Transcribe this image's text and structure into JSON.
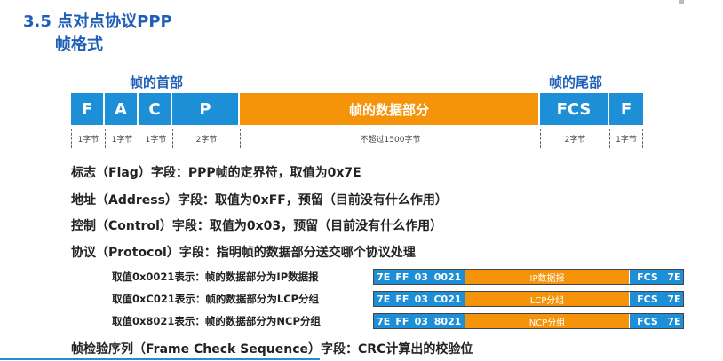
{
  "title": "3.5 点对点协议PPP",
  "subtitle": "帧格式",
  "header_label": "帧的首部",
  "trailer_label": "帧的尾部",
  "frame": {
    "fields": [
      {
        "label": "F",
        "color": "blue"
      },
      {
        "label": "A",
        "color": "blue"
      },
      {
        "label": "C",
        "color": "blue"
      },
      {
        "label": "P",
        "color": "blue"
      },
      {
        "label": "帧的数据部分",
        "color": "orange"
      },
      {
        "label": "FCS",
        "color": "blue"
      },
      {
        "label": "F",
        "color": "blue"
      }
    ],
    "sizes": [
      "1字节",
      "1字节",
      "1字节",
      "2字节",
      "不超过1500字节",
      "2字节",
      "1字节"
    ]
  },
  "descriptions": {
    "flag": "标志（Flag）字段：PPP帧的定界符，取值为0x7E",
    "address": "地址（Address）字段：取值为0xFF，预留（目前没有什么作用）",
    "control": "控制（Control）字段：取值为0x03，预留（目前没有什么作用）",
    "protocol": "协议（Protocol）字段：指明帧的数据部分送交哪个协议处理",
    "fcs": "帧检验序列（Frame Check Sequence）字段：CRC计算出的校验位"
  },
  "examples": [
    {
      "label": "取值0x0021表示：帧的数据部分为IP数据报",
      "header": [
        "7E",
        "FF",
        "03"
      ],
      "protocol": "0021",
      "data": "IP数据报",
      "fcs": "FCS",
      "flag": "7E"
    },
    {
      "label": "取值0xC021表示：帧的数据部分为LCP分组",
      "header": [
        "7E",
        "FF",
        "03"
      ],
      "protocol": "C021",
      "data": "LCP分组",
      "fcs": "FCS",
      "flag": "7E"
    },
    {
      "label": "取值0x8021表示：帧的数据部分为NCP分组",
      "header": [
        "7E",
        "FF",
        "03"
      ],
      "protocol": "8021",
      "data": "NCP分组",
      "fcs": "FCS",
      "flag": "7E"
    }
  ],
  "colors": {
    "blue": "#1d8fd6",
    "orange": "#f5930a",
    "title": "#1f5fb8"
  }
}
